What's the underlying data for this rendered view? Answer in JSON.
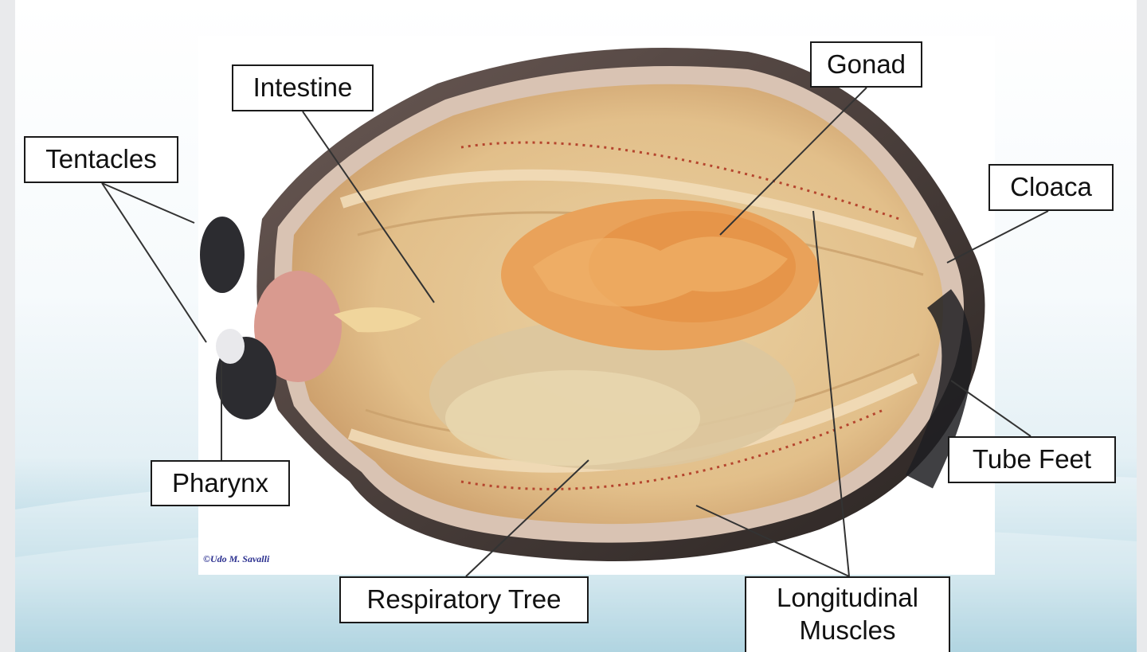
{
  "labels": {
    "intestine": "Intestine",
    "gonad": "Gonad",
    "tentacles": "Tentacles",
    "cloaca": "Cloaca",
    "pharynx": "Pharynx",
    "tube_feet": "Tube Feet",
    "respiratory_tree": "Respiratory Tree",
    "longitudinal_muscles": "Longitudinal\nMuscles"
  },
  "photo": {
    "subject": "dissected sea cucumber specimen",
    "credit": "©Udo M. Savalli"
  },
  "colors": {
    "label_border": "#1a1a1a",
    "leader_line": "#333333",
    "slide_gradient_bottom": "#5fa9c2",
    "credit_text": "#2a2f8f"
  }
}
